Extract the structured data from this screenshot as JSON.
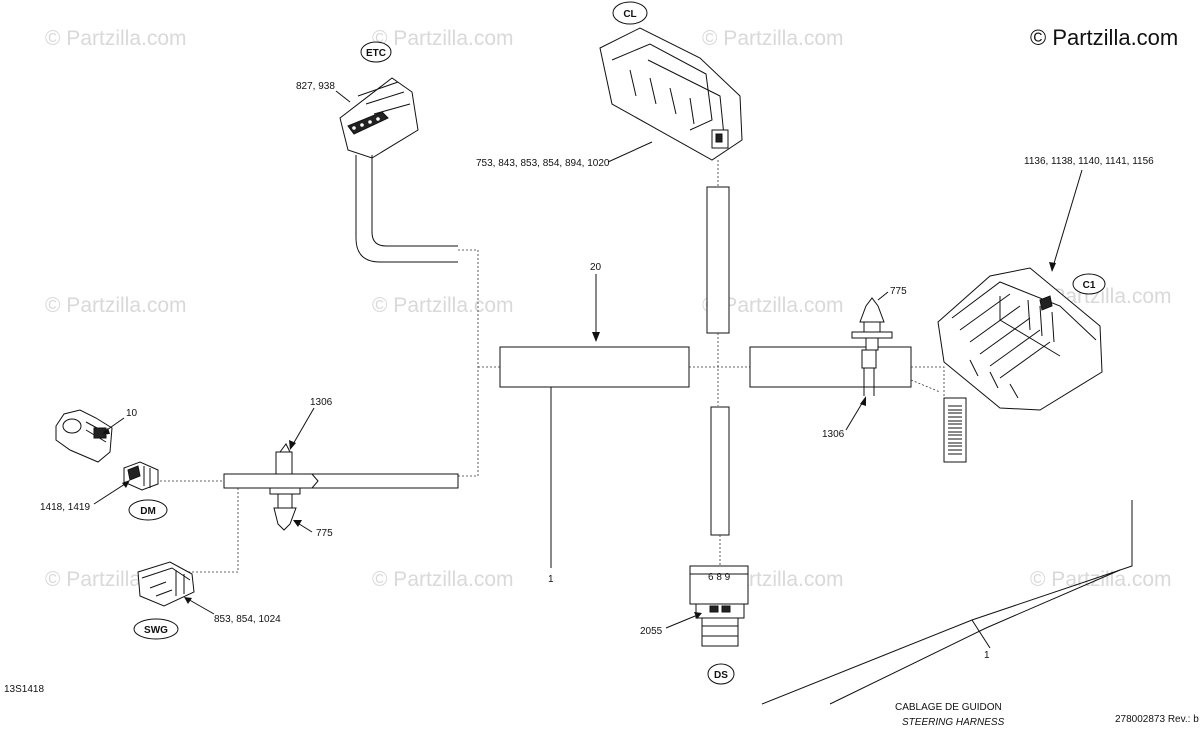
{
  "watermark": "© Partzilla.com",
  "copyright": "© Partzilla.com",
  "drawing_code": "13S1418",
  "revision": "278002873 Rev.: b",
  "title_fr": "CABLAGE DE GUIDON",
  "title_en": "STEERING HARNESS",
  "tags": {
    "etc": "ETC",
    "cl": "CL",
    "c1": "C1",
    "dm": "DM",
    "swg": "SWG",
    "ds": "DS"
  },
  "callouts": {
    "etc_refs": "827, 938",
    "cl_refs": "753, 843, 853, 854, 894, 1020",
    "c1_refs": "1136, 1138, 1140, 1141, 1156",
    "item_20": "20",
    "item_775_right": "775",
    "item_1306_right": "1306",
    "item_10": "10",
    "item_1306_left": "1306",
    "dm_refs": "1418, 1419",
    "item_775_left": "775",
    "swg_refs": "853, 854, 1024",
    "item_1_left": "1",
    "item_1_right": "1",
    "ds_refs": "2055",
    "ds_pins": "6 8 9"
  }
}
